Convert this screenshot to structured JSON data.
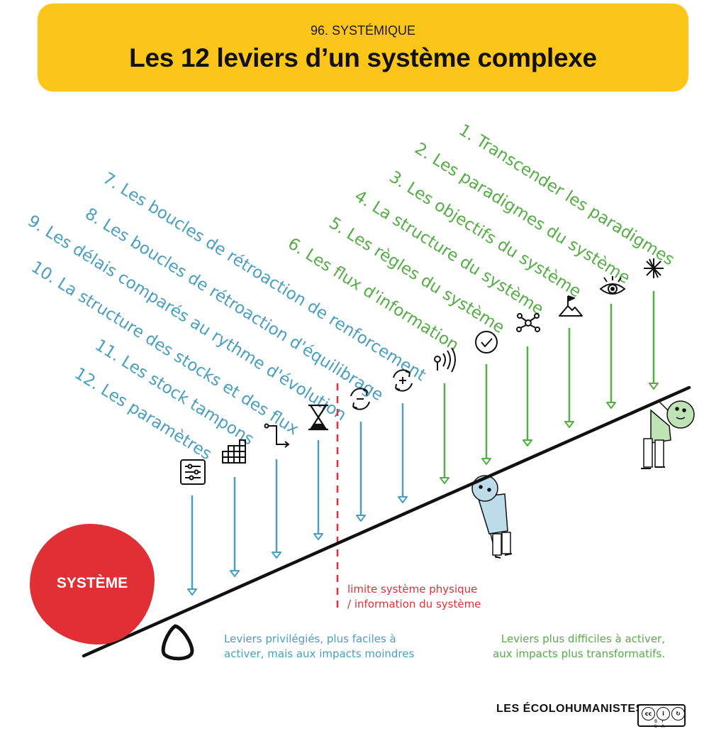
{
  "header": {
    "subtitle": "96. SYSTÉMIQUE",
    "title": "Les 12 leviers d’un système complexe"
  },
  "levers": [
    {
      "label": "1. Transcender les paradigmes",
      "icon": "burst-icon",
      "color": "green"
    },
    {
      "label": "2. Les paradigmes du système",
      "icon": "eye-icon",
      "color": "green"
    },
    {
      "label": "3. Les objectifs du système",
      "icon": "mountain-flag-icon",
      "color": "green"
    },
    {
      "label": "4. La structure du système",
      "icon": "network-icon",
      "color": "green"
    },
    {
      "label": "5. Les règles du système",
      "icon": "check-circle-icon",
      "color": "green"
    },
    {
      "label": "6. Les flux d'information",
      "icon": "signal-icon",
      "color": "green"
    },
    {
      "label": "7. Les boucles de rétroaction de renforcement",
      "icon": "plus-loop-icon",
      "color": "blue"
    },
    {
      "label": "8. Les boucles de rétroaction d'équilibrage",
      "icon": "minus-loop-icon",
      "color": "blue"
    },
    {
      "label": "9. Les délais comparés au rythme d'évolution",
      "icon": "hourglass-icon",
      "color": "blue"
    },
    {
      "label": "10. La structure des stocks et des flux",
      "icon": "step-arrow-icon",
      "color": "blue"
    },
    {
      "label": "11. Les stock tampons",
      "icon": "stacked-blocks-icon",
      "color": "blue"
    },
    {
      "label": "12. Les paramètres",
      "icon": "sliders-icon",
      "color": "blue"
    }
  ],
  "system_label": "SYSTÈME",
  "limit_note": {
    "line1": "limite système physique",
    "line2": "/ information du système"
  },
  "left_note": {
    "line1": "Leviers privilégiés, plus faciles à",
    "line2": "activer, mais aux impacts moindres"
  },
  "right_note": {
    "line1": "Leviers plus difficiles à activer,",
    "line2": "aux impacts plus transformatifs."
  },
  "footer": {
    "brand": "LES ÉCOLOHUMANISTES",
    "license": "BY SA"
  },
  "colors": {
    "yellow": "#fcc519",
    "green": "#55ad46",
    "blue": "#4a9fc0",
    "red": "#e12f36",
    "figure_blue": "#bcdcea",
    "figure_green": "#bfe3b4"
  }
}
